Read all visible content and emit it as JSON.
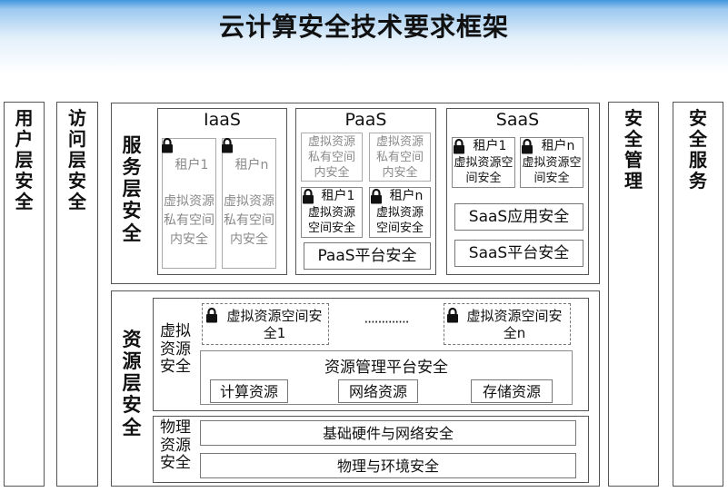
{
  "title": "云计算安全技术要求框架",
  "columns": {
    "user": "用户层安全",
    "access": "访问层安全",
    "mgmt": "安全管理",
    "service": "安全服务"
  },
  "service_layer": {
    "label": "服务层安全",
    "iaas": {
      "title": "IaaS",
      "tenant1": {
        "name": "租户1",
        "desc": "虚拟资源私有空间内安全"
      },
      "tenantn": {
        "name": "租户n",
        "desc": "虚拟资源私有空间内安全"
      }
    },
    "paas": {
      "title": "PaaS",
      "gray1": "虚拟资源私有空间内安全",
      "gray2": "虚拟资源私有空间内安全",
      "tenant1": {
        "name": "租户1",
        "desc": "虚拟资源空间安全"
      },
      "tenantn": {
        "name": "租户n",
        "desc": "虚拟资源空间安全"
      },
      "platform": "PaaS平台安全"
    },
    "saas": {
      "title": "SaaS",
      "tenant1": {
        "name": "租户1",
        "desc": "虚拟资源空间安全"
      },
      "tenantn": {
        "name": "租户n",
        "desc": "虚拟资源空间安全"
      },
      "app": "SaaS应用安全",
      "platform": "SaaS平台安全"
    }
  },
  "resource_layer": {
    "label": "资源层安全",
    "virtual": {
      "label": "虚拟资源安全",
      "space1": "虚拟资源空间安全1",
      "ellipsis": "·············",
      "spacen": "虚拟资源空间安全n",
      "mgmt_platform": "资源管理平台安全",
      "compute": "计算资源",
      "network": "网络资源",
      "storage": "存储资源"
    },
    "physical": {
      "label": "物理资源安全",
      "hardware": "基础硬件与网络安全",
      "environment": "物理与环境安全"
    }
  },
  "icons": {
    "lock": "lock-icon"
  },
  "colors": {
    "header_blue": "#3f95df",
    "border": "#555555",
    "gray_text": "#8a8a8a"
  }
}
